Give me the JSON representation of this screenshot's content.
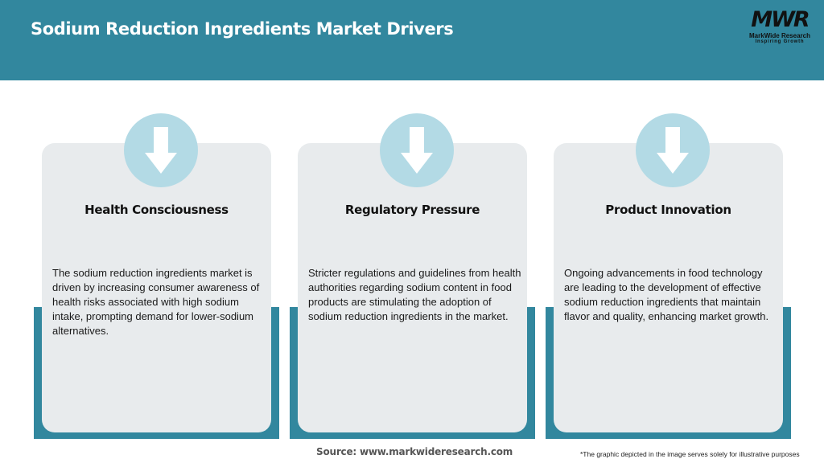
{
  "header": {
    "title": "Sodium Reduction Ingredients Market Drivers",
    "background_color": "#32879e"
  },
  "logo": {
    "mark": "MWR",
    "name": "MarkWide Research",
    "tagline": "Inspiring Growth"
  },
  "cards": [
    {
      "icon": "arrow-down-icon",
      "title": "Health Consciousness",
      "body": "The sodium reduction ingredients market is driven by increasing consumer awareness of health risks associated with high sodium intake, prompting demand for lower-sodium alternatives."
    },
    {
      "icon": "arrow-down-icon",
      "title": "Regulatory Pressure",
      "body": "Stricter regulations and guidelines from health authorities regarding sodium content in food products are stimulating the adoption of sodium reduction ingredients in the market."
    },
    {
      "icon": "arrow-down-icon",
      "title": "Product Innovation",
      "body": "Ongoing advancements in food technology are leading to the development of effective sodium reduction ingredients that maintain flavor and quality, enhancing market growth."
    }
  ],
  "colors": {
    "accent": "#32879e",
    "card_bg": "#e8ebed",
    "icon_circle": "#b3dae5"
  },
  "footer": {
    "source": "Source: www.markwideresearch.com",
    "disclaimer": "*The graphic depicted in the image serves solely for illustrative purposes"
  }
}
